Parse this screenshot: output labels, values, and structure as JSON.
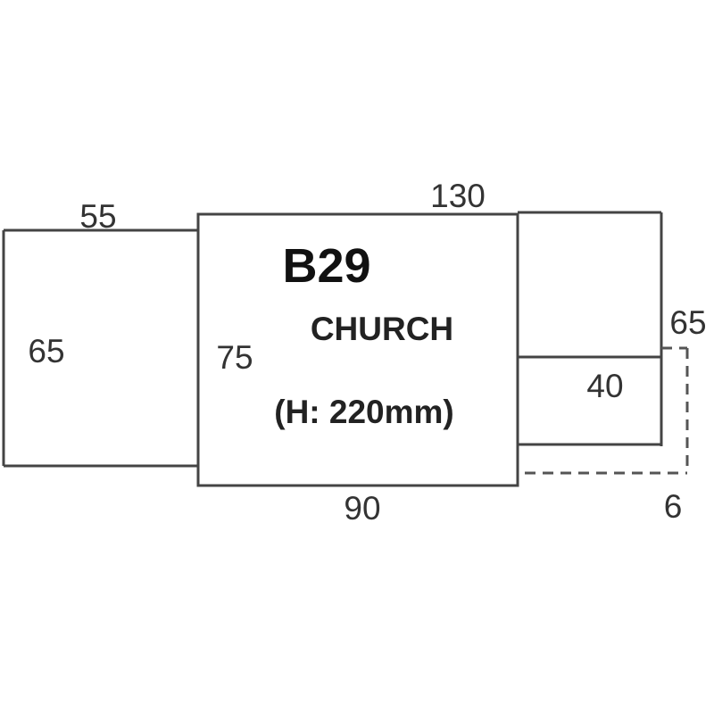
{
  "piece": {
    "code": "B29",
    "name": "CHURCH",
    "height_label": "(H: 220mm)"
  },
  "left_block": {
    "width_label": "55",
    "height_label": "65"
  },
  "center_block": {
    "top_label": "130",
    "height_label": "75",
    "bottom_label": "90"
  },
  "right_block": {
    "height_label": "65",
    "lower_label": "40",
    "offset_label": "6"
  },
  "colors": {
    "line": "#444444",
    "text": "#333333",
    "background": "#ffffff"
  }
}
